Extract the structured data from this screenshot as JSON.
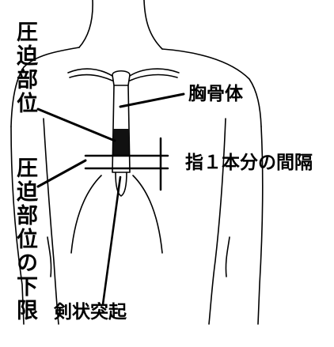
{
  "labels": {
    "compression_site": "圧迫部位",
    "sternum_body": "胸骨体",
    "one_finger_width": "指１本分の間隔",
    "lower_limit_of_compression_site": "圧迫部位の下限",
    "xiphoid_process": "剣状突起"
  },
  "colors": {
    "line": "#000000",
    "compression_fill": "#111111",
    "background": "#ffffff"
  }
}
